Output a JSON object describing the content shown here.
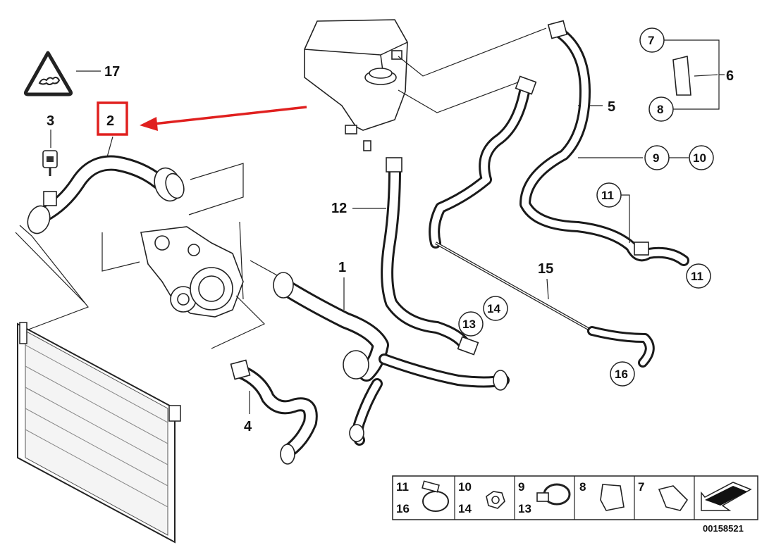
{
  "callouts": {
    "c1": "1",
    "c2": "2",
    "c3": "3",
    "c4": "4",
    "c5": "5",
    "c6": "6",
    "c7": "7",
    "c8": "8",
    "c9": "9",
    "c10": "10",
    "c11a": "11",
    "c11b": "11",
    "c12": "12",
    "c13": "13",
    "c14": "14",
    "c15": "15",
    "c16": "16",
    "c17": "17"
  },
  "legend": {
    "cell1_top": "11",
    "cell1_bottom": "16",
    "cell2_top": "10",
    "cell2_bottom": "14",
    "cell3_top": "9",
    "cell3_bottom": "13",
    "cell4": "8",
    "cell5": "7"
  },
  "reference_number": "00158521",
  "highlight_color": "#e0201f",
  "icons": [
    "warning-triangle-icon",
    "arrow-icon"
  ]
}
